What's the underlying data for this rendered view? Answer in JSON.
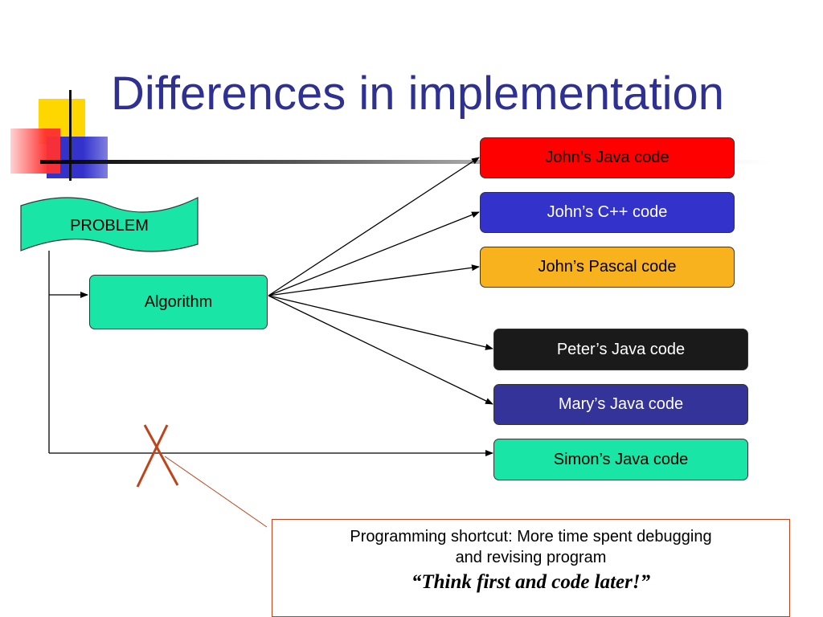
{
  "title": "Differences in implementation",
  "problem_label": "PROBLEM",
  "algorithm_label": "Algorithm",
  "outputs": [
    {
      "label": "John’s Java code",
      "fill": "#ff0000",
      "text": "#000000"
    },
    {
      "label": "John’s C++ code",
      "fill": "#3333cc",
      "text": "#ffffff"
    },
    {
      "label": "John’s Pascal code",
      "fill": "#f7b21e",
      "text": "#000000"
    },
    {
      "label": "Peter’s Java code",
      "fill": "#1a1a1a",
      "text": "#ffffff"
    },
    {
      "label": "Mary’s Java code",
      "fill": "#333399",
      "text": "#ffffff"
    },
    {
      "label": "Simon’s Java code",
      "fill": "#19e6a6",
      "text": "#000000"
    }
  ],
  "note": {
    "line1": "Programming shortcut: More time spent debugging",
    "line2": "and revising program",
    "quote": "“Think first and code later!”"
  },
  "colors": {
    "title": "#2e3192",
    "problem_fill": "#19e6a6",
    "algorithm_fill": "#19e6a6",
    "cross": "#c0441a"
  }
}
